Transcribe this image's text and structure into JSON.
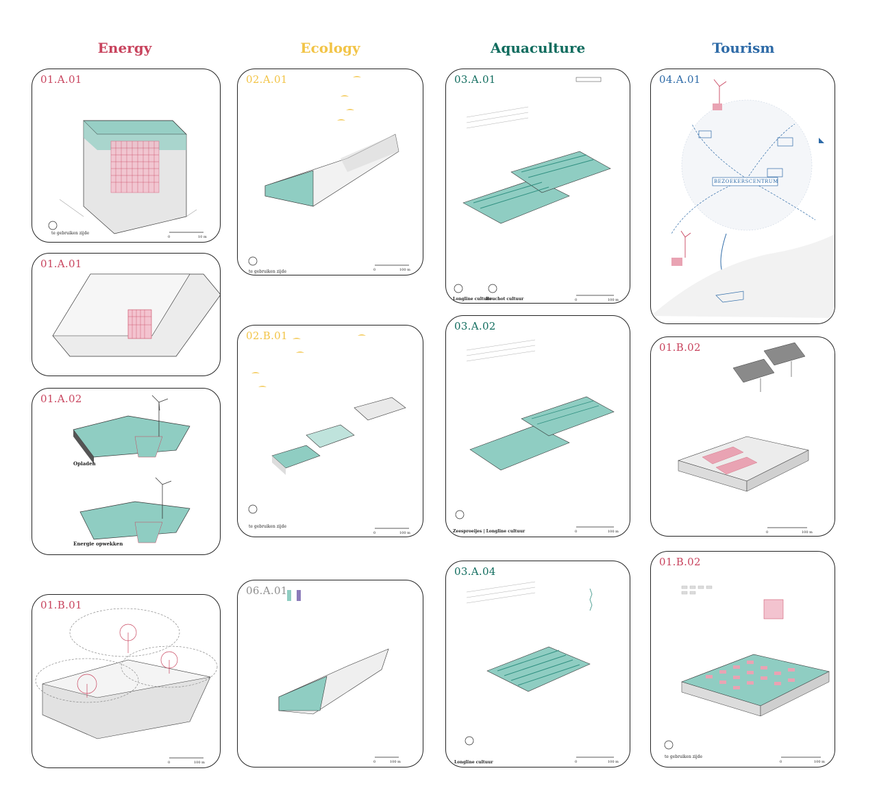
{
  "columns": {
    "energy": {
      "title": "Energy",
      "color": "#c8435d"
    },
    "ecology": {
      "title": "Ecology",
      "color": "#f2c447"
    },
    "aquaculture": {
      "title": "Aquaculture",
      "color": "#106c5e"
    },
    "tourism": {
      "title": "Tourism",
      "color": "#2d6aa7"
    }
  },
  "cards": {
    "e1": {
      "id": "01.A.01",
      "scale_start": "0",
      "scale_end": "10 m",
      "legend": "te gebruiken zijde"
    },
    "e2": {
      "id": "01.A.01"
    },
    "e3": {
      "id": "01.A.02",
      "caption1": "Opladen",
      "caption2": "Energie opwekken"
    },
    "e4": {
      "id": "01.B.01",
      "scale_start": "0",
      "scale_end": "100 m"
    },
    "c1": {
      "id": "02.A.01",
      "scale_start": "0",
      "scale_end": "100 m",
      "legend": "te gebruiken zijde"
    },
    "c2": {
      "id": "02.B.01",
      "scale_start": "0",
      "scale_end": "100 m",
      "legend": "te gebruiken zijde"
    },
    "c3": {
      "id": "06.A.01",
      "scale_start": "0",
      "scale_end": "100 m"
    },
    "a1": {
      "id": "03.A.01",
      "scale_start": "0",
      "scale_end": "100 m",
      "legend1": "Longline cultuur",
      "legend2": "Bouchot cultuur"
    },
    "a2": {
      "id": "03.A.02",
      "scale_start": "0",
      "scale_end": "100 m",
      "legend": "Zeesproeijes | Longline cultuur"
    },
    "a3": {
      "id": "03.A.04",
      "scale_start": "0",
      "scale_end": "100 m",
      "legend": "Longline cultuur"
    },
    "t1": {
      "id": "04.A.01",
      "center_label": "BEZOEKERSCENTRUM"
    },
    "t2": {
      "id": "01.B.02",
      "scale_start": "0",
      "scale_end": "100 m"
    },
    "t3": {
      "id": "01.B.02",
      "scale_start": "0",
      "scale_end": "100 m",
      "legend": "te gebruiken zijde"
    }
  },
  "colors": {
    "teal": "#8fcdc2",
    "teal_dark": "#2f8f80",
    "pink": "#e9a3b3",
    "red": "#c8435d",
    "yellow": "#f2c447",
    "grey": "#cfcfcf"
  },
  "icons": [
    "wind-turbine-icon",
    "solar-panel-icon",
    "boat-icon",
    "bird-icon",
    "compass-icon"
  ]
}
